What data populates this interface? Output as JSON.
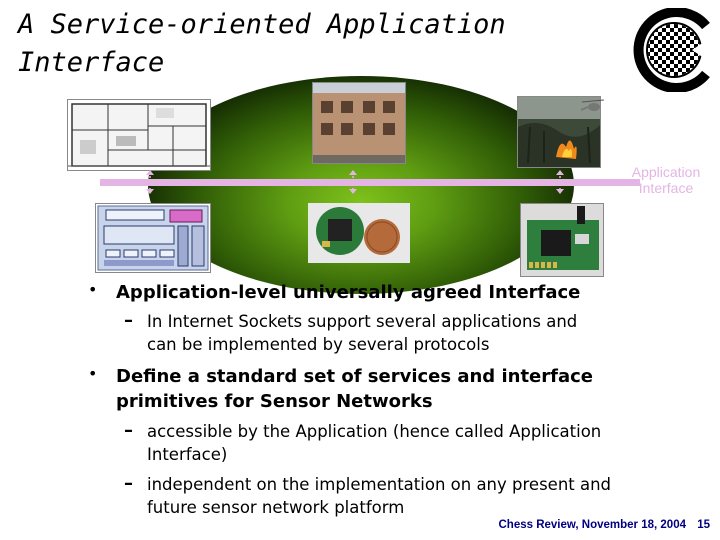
{
  "slide": {
    "title_line1": "A Service-oriented Application",
    "title_line2": "Interface",
    "interface_label_line1": "Application",
    "interface_label_line2": "Interface",
    "bullets": [
      {
        "lines": [
          "Application-level universally agreed Interface"
        ],
        "subitems": [
          {
            "lines": [
              "In Internet Sockets support several applications and",
              "can be implemented by several protocols"
            ]
          }
        ]
      },
      {
        "lines": [
          "Define a standard set of services and interface",
          "primitives for Sensor Networks"
        ],
        "subitems": [
          {
            "lines": [
              "accessible by the Application (hence called Application",
              "Interface)"
            ]
          },
          {
            "lines": [
              "independent on the implementation on any present and",
              "future sensor network platform"
            ]
          }
        ]
      }
    ],
    "footer": "Chess Review, November 18, 2004",
    "page_number": "15"
  },
  "colors": {
    "interface": "#e4b5e4",
    "footer": "#000080",
    "ellipse_center": "#7fc21b"
  },
  "icons": [
    "chess-logo",
    "double-arrow-icon"
  ]
}
